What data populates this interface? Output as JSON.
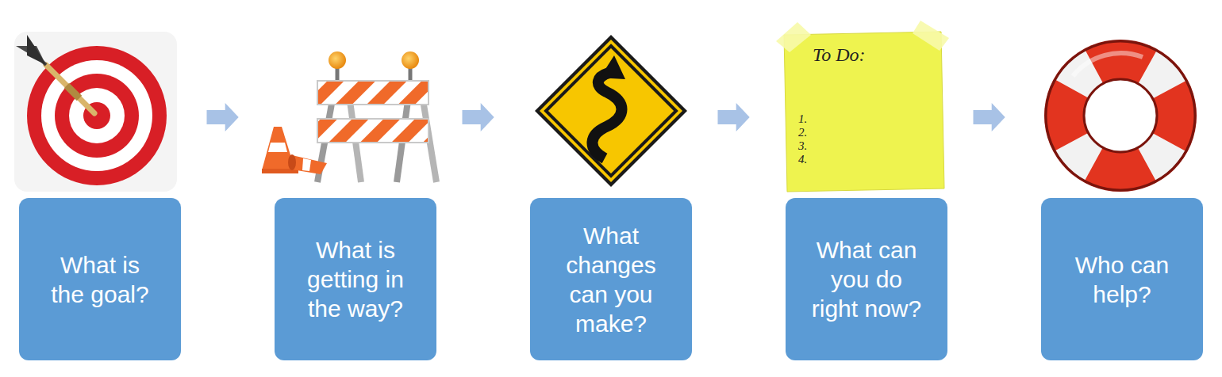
{
  "diagram": {
    "nodes": [
      {
        "text": [
          "What is the goal?"
        ]
      },
      {
        "text": [
          "What is getting in the way?"
        ]
      },
      {
        "text": [
          "What changes can you make?"
        ]
      },
      {
        "text": [
          "What can you do right now?"
        ]
      },
      {
        "text": [
          "Who can help?"
        ]
      }
    ],
    "edges": [
      {
        "from": 0,
        "to": 1,
        "arrow": "to"
      },
      {
        "from": 1,
        "to": 2,
        "arrow": "to"
      },
      {
        "from": 2,
        "to": 3,
        "arrow": "to"
      },
      {
        "from": 3,
        "to": 4,
        "arrow": "to"
      }
    ],
    "labels": [
      "To Do:",
      "1.",
      "2.",
      "3.",
      "4."
    ]
  }
}
